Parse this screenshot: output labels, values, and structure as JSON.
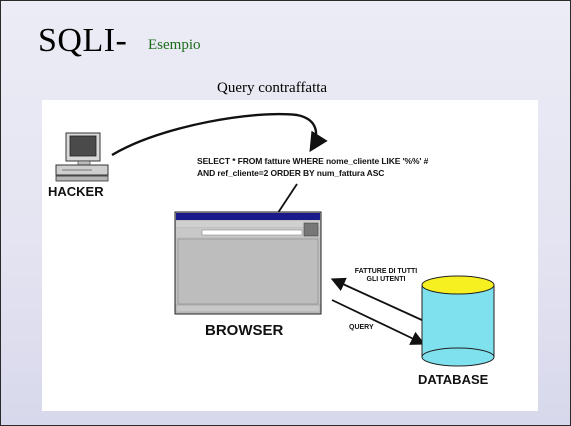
{
  "slide": {
    "title": "SQLI-",
    "subtitle": "Esempio",
    "caption": "Query contraffatta"
  },
  "diagram": {
    "hacker_label": "HACKER",
    "browser_label": "BROWSER",
    "database_label": "DATABASE",
    "sql_line_1": "SELECT * FROM fatture WHERE nome_cliente LIKE '%%' #",
    "sql_line_2": "AND ref_cliente=2 ORDER BY num_fattura ASC",
    "response_label_1": "FATTURE DI TUTTI",
    "response_label_2": "GLI UTENTI",
    "query_label": "QUERY"
  },
  "colors": {
    "subtitle": "#1b6b1b",
    "database_fill": "#7fe0ee",
    "database_top": "#f6f020",
    "browser_titlebar": "#1a1a8a"
  }
}
